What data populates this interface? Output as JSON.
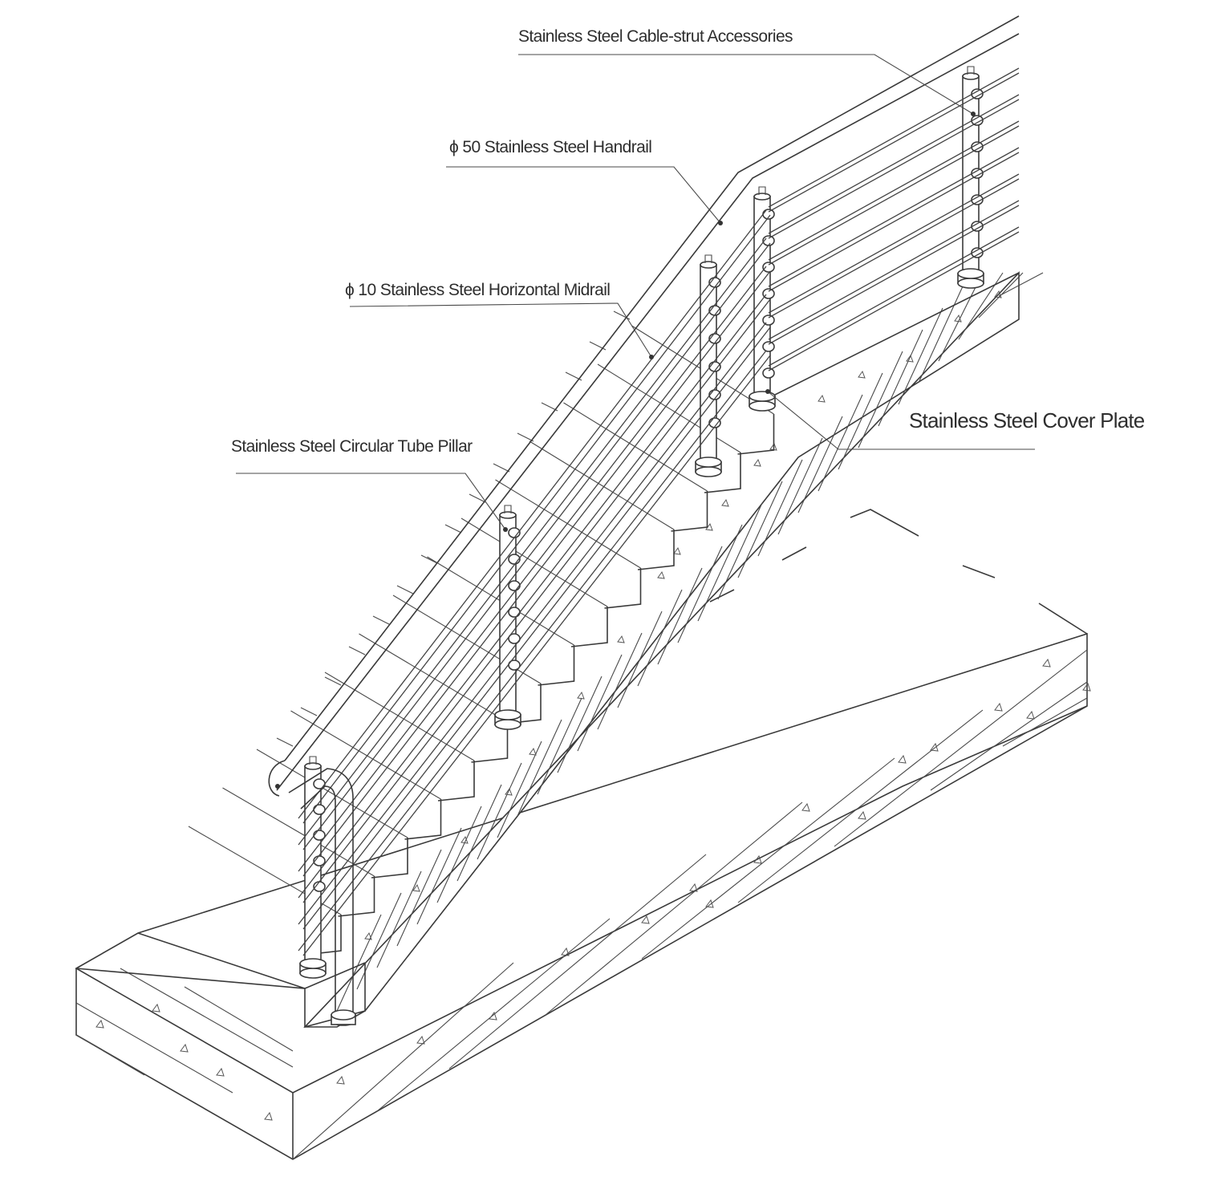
{
  "diagram": {
    "labels": {
      "cable_strut": "Stainless Steel Cable-strut Accessories",
      "handrail": "ϕ 50 Stainless Steel Handrail",
      "midrail": "ϕ 10 Stainless Steel Horizontal Midrail",
      "pillar": "Stainless Steel Circular Tube Pillar",
      "cover_plate": "Stainless Steel Cover Plate"
    },
    "colors": {
      "line": "#3a3a3a",
      "background": "#ffffff",
      "text": "#2e2e2e"
    }
  }
}
